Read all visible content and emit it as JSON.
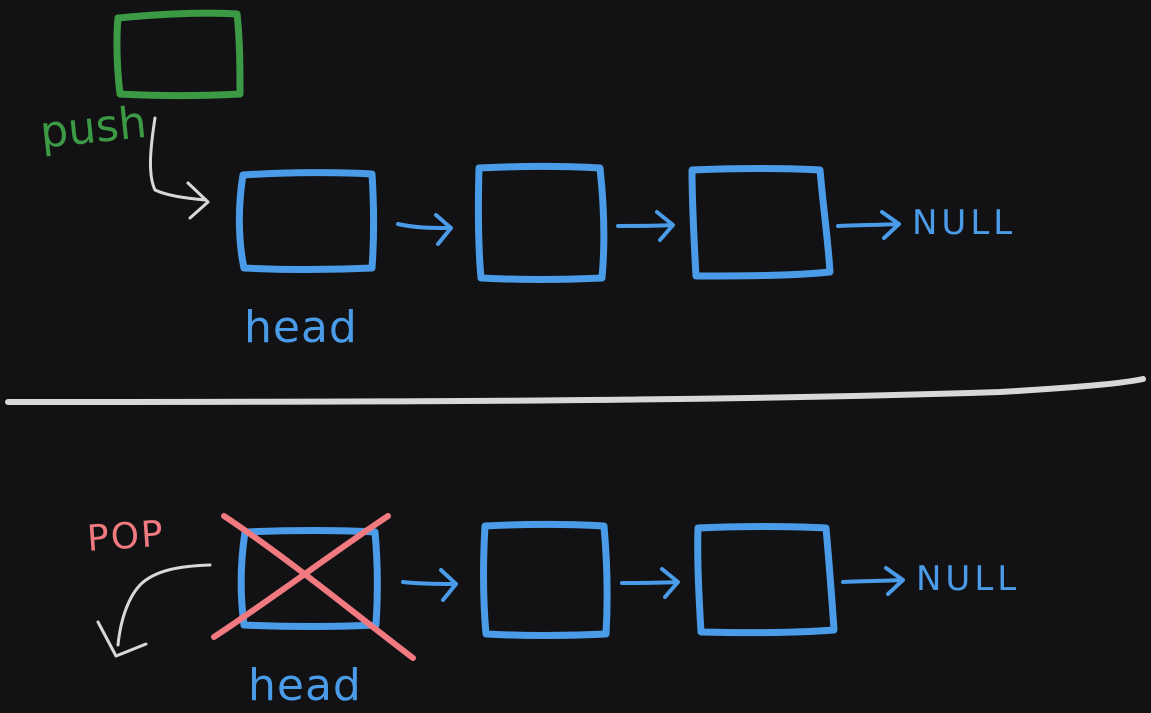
{
  "labels": {
    "push": "push",
    "pop": "POP",
    "head_top": "head",
    "head_bottom": "head",
    "null_top": "NULL",
    "null_bottom": "NULL"
  },
  "colors": {
    "background": "#121214",
    "node": "#4a9be8",
    "new_node": "#3c9a44",
    "pop": "#f07a80",
    "arrow_white": "#d8d8d8",
    "divider": "#d8d8d8"
  },
  "diagram": {
    "push_stack_nodes": 3,
    "pop_stack_nodes_remaining": 2,
    "popped_node_crossed_out": true
  }
}
